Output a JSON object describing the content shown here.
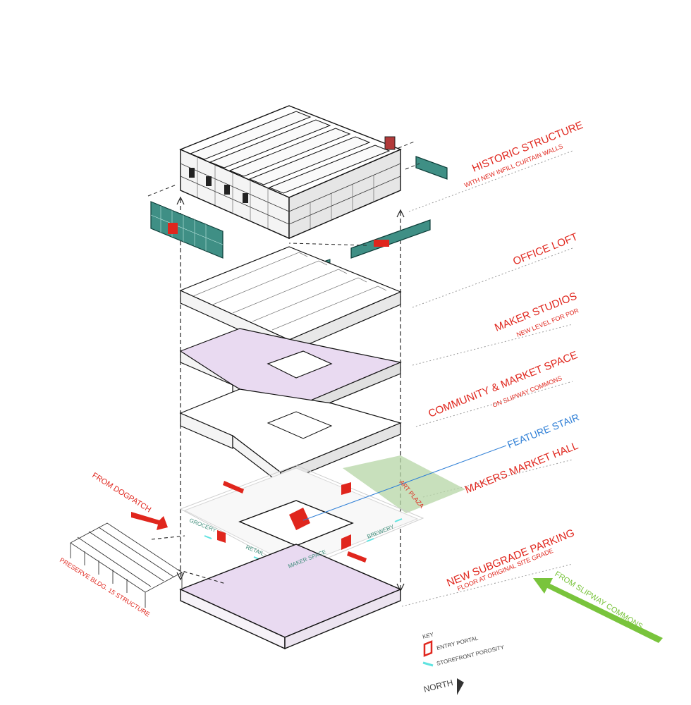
{
  "colors": {
    "accent_red": "#e0261d",
    "feature_blue": "#2f7fd6",
    "slipway_green": "#79c43c",
    "plaza_green": "#b5d6a6",
    "floor_lavender": "#e9daf1",
    "storefront_cyan": "#5fe3e0",
    "glazing_teal": "#3f8f85",
    "program_teal": "#3d8c79"
  },
  "layers": [
    {
      "id": "historic",
      "title": "HISTORIC STRUCTURE",
      "subtitle": "WITH NEW INFILL CURTAIN WALLS"
    },
    {
      "id": "office",
      "title": "OFFICE LOFT",
      "subtitle": ""
    },
    {
      "id": "maker",
      "title": "MAKER STUDIOS",
      "subtitle": "NEW LEVEL FOR PDR"
    },
    {
      "id": "community",
      "title": "COMMUNITY & MARKET SPACE",
      "subtitle": "ON SLIPWAY COMMONS"
    },
    {
      "id": "feature",
      "title": "FEATURE STAIR",
      "subtitle": ""
    },
    {
      "id": "market",
      "title": "MAKERS MARKET HALL",
      "subtitle": ""
    },
    {
      "id": "parking",
      "title": "NEW SUBGRADE PARKING",
      "subtitle": "FLOOR AT ORIGINAL SITE GRADE"
    }
  ],
  "program_labels": {
    "grocery": "GROCERY",
    "retail": "RETAIL",
    "maker_space": "MAKER SPACE",
    "brewery": "BREWERY",
    "art_plaza": "ART PLAZA"
  },
  "approaches": {
    "dogpatch": "FROM DOGPATCH",
    "slipway": "FROM SLIPWAY COMMONS",
    "preserve": "PRESERVE BLDG. 15 STRUCTURE"
  },
  "key": {
    "title": "KEY",
    "entry_portal": "ENTRY PORTAL",
    "storefront": "STOREFRONT POROSITY",
    "north": "NORTH"
  }
}
